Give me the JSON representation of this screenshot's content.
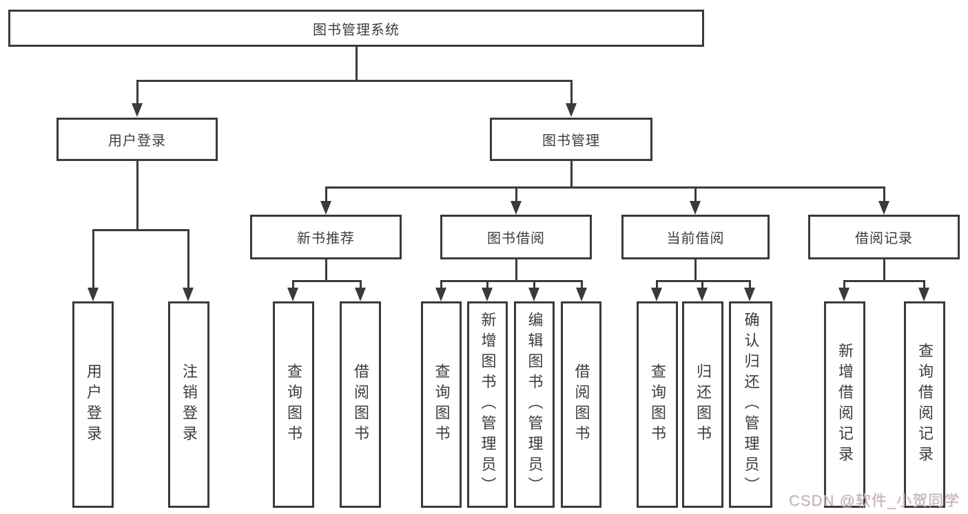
{
  "diagram": {
    "title": "图书管理系统",
    "root": {
      "label": "图书管理系统"
    },
    "level2": [
      "用户登录",
      "图书管理"
    ],
    "level3": [
      "新书推荐",
      "图书借阅",
      "当前借阅",
      "借阅记录"
    ],
    "leaves": {
      "user": [
        "用户登录",
        "注销登录"
      ],
      "recommend": [
        "查询图书",
        "借阅图书"
      ],
      "borrow": [
        "查询图书",
        "新增图书（管理员）",
        "编辑图书（管理员）",
        "借阅图书"
      ],
      "current": [
        "查询图书",
        "归还图书",
        "确认归还（管理员）"
      ],
      "records": [
        "新增借阅记录",
        "查询借阅记录"
      ]
    }
  },
  "colors": {
    "line": "#3a3a3a",
    "text": "#3d3d3d",
    "watermark": "#b9b9b9"
  },
  "watermark": {
    "text": "CSDN @软件_小贺同学"
  }
}
